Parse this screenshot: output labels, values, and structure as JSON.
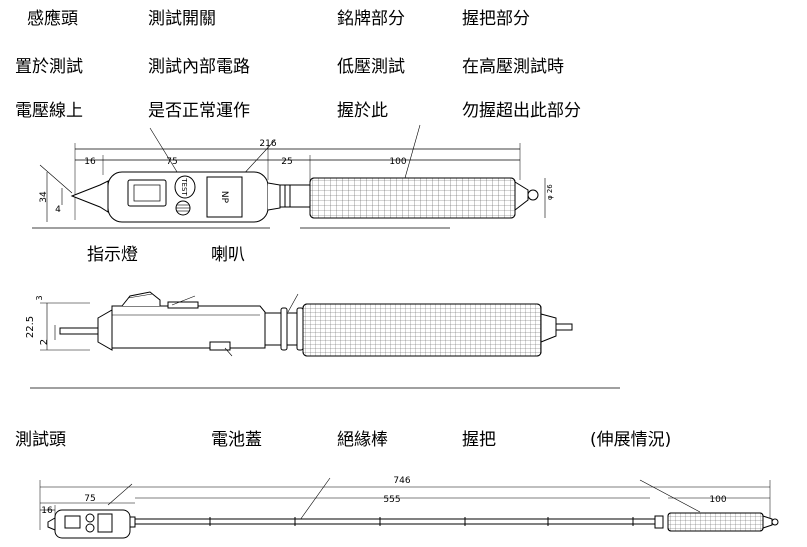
{
  "top_labels": [
    [
      "感應頭",
      "測試開關",
      "銘牌部分",
      "握把部分"
    ],
    [
      "置於測試",
      "測試內部電路",
      "低壓測試",
      "在高壓測試時"
    ],
    [
      "電壓線上",
      "是否正常運作",
      "握於此",
      "勿握超出此部分"
    ]
  ],
  "mid_labels": [
    "指示燈",
    "喇叭"
  ],
  "bottom_labels": [
    "測試頭",
    "電池蓋",
    "絕緣棒",
    "握把",
    "(伸展情況)"
  ],
  "dims_top": {
    "total": "216",
    "tip": "16",
    "body": "75",
    "switch_gap": "25",
    "grip": "100",
    "height": "34",
    "tip_h": "4",
    "diam": "φ 26",
    "test": "TEST",
    "plate": "NP"
  },
  "dims_side": {
    "height": "22.5",
    "tip": "2",
    "top": "3"
  },
  "dims_bottom": {
    "total": "746",
    "pole": "555",
    "tip": "16",
    "body": "75",
    "grip": "100"
  }
}
